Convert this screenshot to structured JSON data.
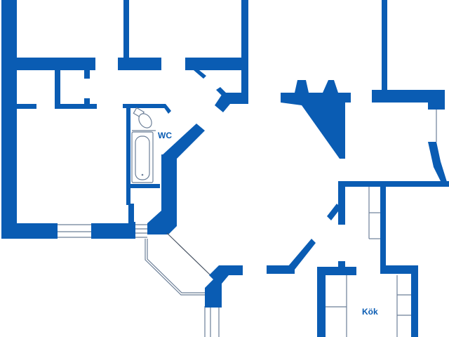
{
  "floor_plan": {
    "wall_color": "#0a5cb3",
    "fixture_color": "#6c7f98",
    "rooms": [
      {
        "id": "wc",
        "label": "WC"
      },
      {
        "id": "kitchen",
        "label": "Kök"
      }
    ],
    "fixtures": [
      "toilet",
      "bathtub",
      "kitchen-counter-left",
      "kitchen-counter-right",
      "window-bay-south",
      "window-west-room"
    ]
  }
}
